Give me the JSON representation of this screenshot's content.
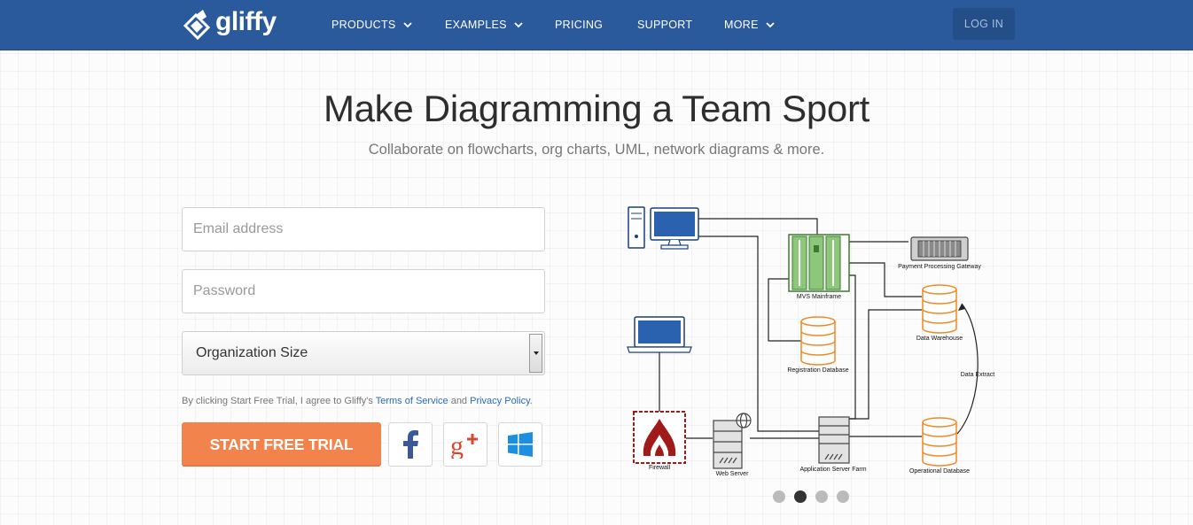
{
  "nav": {
    "logo_text": "gliffy",
    "items": [
      {
        "label": "PRODUCTS",
        "dropdown": true
      },
      {
        "label": "EXAMPLES",
        "dropdown": true
      },
      {
        "label": "PRICING",
        "dropdown": false
      },
      {
        "label": "SUPPORT",
        "dropdown": false
      },
      {
        "label": "MORE",
        "dropdown": true
      }
    ],
    "login_label": "LOG IN"
  },
  "hero": {
    "title": "Make Diagramming a Team Sport",
    "subtitle": "Collaborate on flowcharts, org charts, UML, network diagrams & more."
  },
  "form": {
    "email_placeholder": "Email address",
    "password_placeholder": "Password",
    "org_size_selected": "Organization Size",
    "legal_prefix": "By clicking Start Free Trial, I agree to Gliffy's ",
    "terms_link": "Terms of Service",
    "legal_and": " and ",
    "privacy_link": "Privacy Policy",
    "legal_suffix": ".",
    "cta_label": "START FREE TRIAL",
    "social_buttons": [
      "facebook-icon",
      "google-plus-icon",
      "windows-icon"
    ]
  },
  "diagram": {
    "labels": {
      "payment": "Payment Processing Gateway",
      "mainframe": "MVS Mainframe",
      "warehouse": "Data Warehouse",
      "registration": "Registration Database",
      "extract": "Data Extract",
      "firewall": "Firewall",
      "webserver": "Web Server",
      "appserver": "Application Server Farm",
      "operational": "Operational Database"
    }
  },
  "carousel": {
    "count": 4,
    "active_index": 1
  },
  "colors": {
    "nav_bg": "#2a5a9c",
    "cta": "#f2834d",
    "link": "#2a6cb5",
    "db_orange": "#f08a24",
    "mainframe_green": "#4c9a3b",
    "firewall_red": "#a01a1a"
  }
}
